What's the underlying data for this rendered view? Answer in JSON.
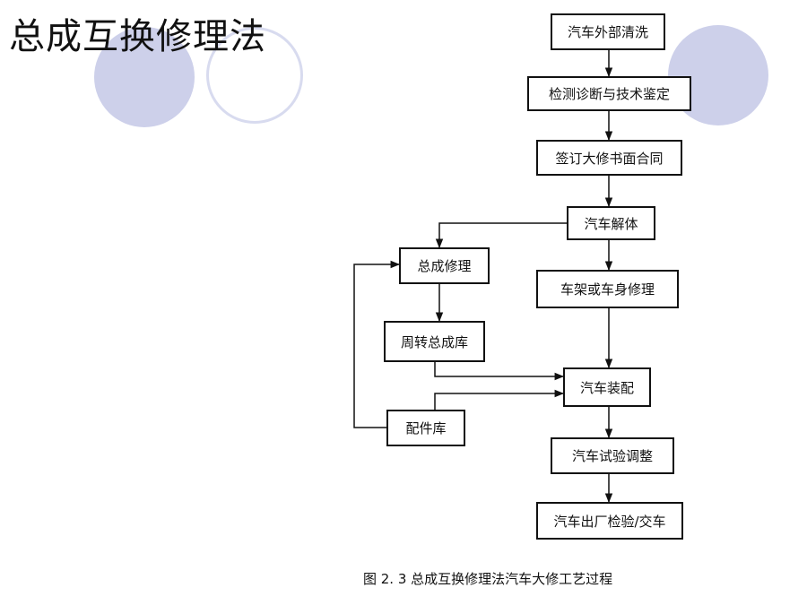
{
  "slide": {
    "title": "总成互换修理法",
    "figure_caption": "图 2. 3    总成互换修理法汽车大修工艺过程"
  },
  "theme": {
    "circle_fill": "#cdd0ea",
    "circle_ring": "#d8dbef",
    "line_color": "#111111"
  },
  "flowchart": {
    "steps": {
      "exterior_wash": "汽车外部清洗",
      "inspection": "检测诊断与技术鉴定",
      "contract": "签订大修书面合同",
      "disassembly": "汽车解体",
      "assembly_repair": "总成修理",
      "body_repair": "车架或车身修理",
      "assembly_store": "周转总成库",
      "vehicle_assembly": "汽车装配",
      "parts_store": "配件库",
      "test_adjust": "汽车试验调整",
      "delivery": "汽车出厂检验/交车"
    }
  }
}
